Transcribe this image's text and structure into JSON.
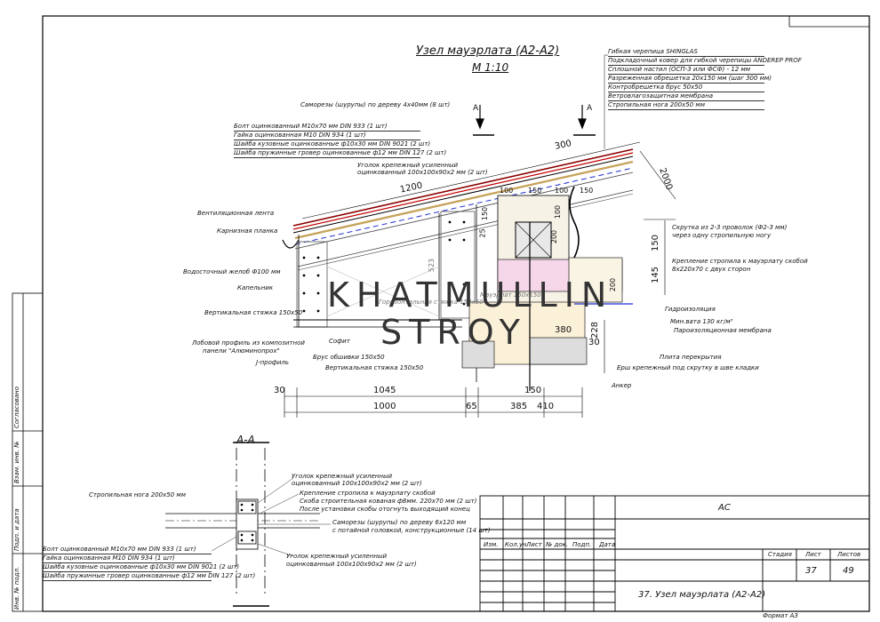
{
  "title": "Узел мауэрлата (А2-А2)",
  "scale": "М 1:10",
  "section_label": "А-А",
  "section_marks": [
    "А",
    "А"
  ],
  "watermark": {
    "line1": "KHATMULLIN",
    "line2": "STROY"
  },
  "roof_layers": [
    "Гибкая черепица SHINGLAS",
    "Подкладочный ковер для гибкой черепицы ANDEREP PROF",
    "Сплошной настил (ОСП-3 или ФСФ) - 12 мм",
    "Разреженная обрешетка 20х150 мм (шаг 300 мм)",
    "Контробрешетка брус 50х50",
    "Ветровлагозащитная мембрана",
    "Стропильная нога 200х50 мм"
  ],
  "labels": {
    "screws_top": "Саморезы (шурупы) по дереву 4х40мм (8 шт)",
    "bolt_group": [
      "Болт оцинкованный М10х70 мм DIN 933 (1 шт)",
      "Гайка оцинкованная М10 DIN 934 (1 шт)",
      "Шайба кузовные оцинкованные ф10х30 мм DIN 9021 (2 шт)",
      "Шайба пружинные гровер оцинкованные ф12 мм DIN 127 (2 шт)"
    ],
    "corner": "Уголок крепежный усиленный",
    "corner2": "оцинкованный 100х100х90х2 мм (2 шт)",
    "vent_tape": "Вентиляционная лента",
    "eave_plank": "Карнизная планка",
    "gutter": "Водосточный желоб Ф100 мм",
    "cap": "Капельник",
    "vert_tie": "Вертикальная стяжка 150х50",
    "front_profile": "Лобовой профиль из композитной",
    "front_profile2": "панели \"Алюминопрох\"",
    "j_profile": "J-профиль",
    "soffit": "Софит",
    "lining_beam": "Брус обшивки 150х50",
    "vert_tie2": "Вертикальная стяжка 150х50",
    "horiz_tie": "Горизонтальная стяжка 150х50",
    "twist": "Скрутка из 2-3 проволок (Ф2-3 мм)",
    "twist2": "через одну стропильную ногу",
    "rafter_fix": "Крепление стропила к мауэрлату скобой",
    "rafter_fix2": "8х220х70 с двух сторон",
    "waterproof": "Гидроизоляция",
    "minwool": "Мин.вата 130 кг/м³",
    "vapor": "Пароизоляционная мембрана",
    "slab": "Плита перекрытия",
    "ruff": "Ерш крепежный под скрутку в шве кладки",
    "anchor": "Анкер",
    "mauer": "Мауэрлат 150х150",
    "rafter_aa": "Стропильная нога 200х50 мм",
    "aa_corner": "Уголок крепежный усиленный",
    "aa_corner2": "оцинкованный 100х100х90х2 мм (2 шт)",
    "aa_fix": "Крепление стропила к мауэрлату скобой",
    "aa_fix2": "Скоба строительная кованая ф8мм. 220х70 мм (2 шт)",
    "aa_fix3": "После установки скобы отогнуть выходящий конец",
    "aa_screw": "Саморезы (шурупы) по дереву 6х120 мм",
    "aa_screw2": "с потайной головкой, конструкционные (14 шт)",
    "aa_bolts": [
      "Болт оцинкованный М10х70 мм DIN 933 (1 шт)",
      "Гайка оцинкованная М10 DIN 934 (1 шт)",
      "Шайба кузовные оцинкованные ф10х30 мм DIN 9021 (2 шт)",
      "Шайба пружинные гровер оцинкованные ф12 мм DIN 127 (2 шт)"
    ],
    "aa_corner_b": "Уголок крепежный усиленный",
    "aa_corner_b2": "оцинкованный 100х100х90х2 мм (2 шт)"
  },
  "dimensions": {
    "d300": "300",
    "d1200": "1200",
    "d2000": "2000",
    "d100a": "100",
    "d150a": "150",
    "d100b": "100",
    "d150b": "150",
    "d150c": "150",
    "d150v": "150",
    "d145": "145",
    "d380": "380",
    "d228": "228",
    "d30r": "30",
    "d30": "30",
    "d1045": "1045",
    "d150d": "150",
    "d1000": "1000",
    "d65": "65",
    "d385": "385",
    "d410": "410",
    "d100v": "100",
    "d200v": "200",
    "d200w": "200",
    "d25": "25",
    "d523": "523"
  },
  "side_stamp": [
    "Согласовано",
    "Взам. инв. №",
    "Подп. и дата",
    "Инв. № подл."
  ],
  "title_block": {
    "code": "АС",
    "cols": [
      "Изм.",
      "Кол.уч",
      "Лист",
      "№ док.",
      "Подп.",
      "Дата"
    ],
    "stage_h": "Стадия",
    "sheet_h": "Лист",
    "sheets_h": "Листов",
    "sheet": "37",
    "sheets": "49",
    "name": "37. Узел мауэрлата (А2-А2)",
    "format": "Формат А3"
  }
}
